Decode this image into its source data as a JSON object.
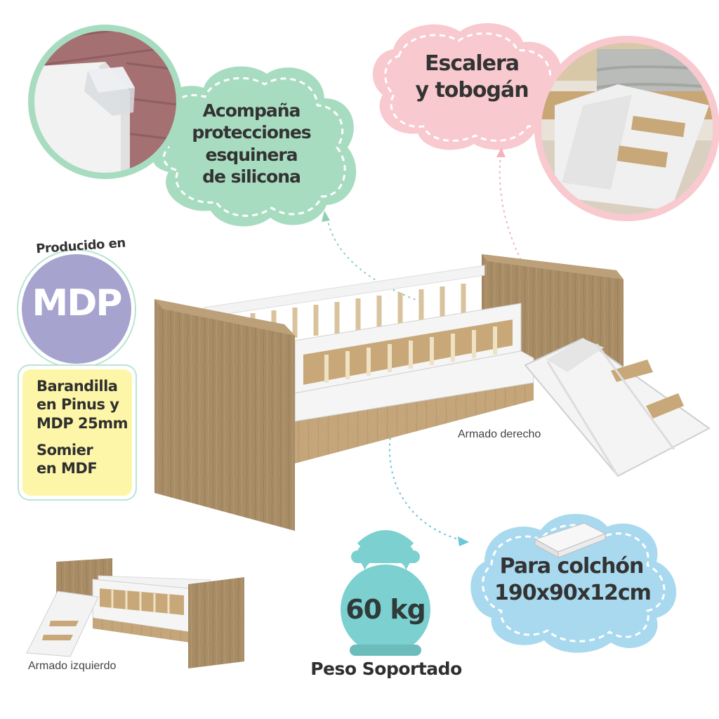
{
  "callouts": {
    "corner": {
      "lines": [
        "Acompaña",
        "protecciones",
        "esquinera",
        "de silicona"
      ],
      "color": "#a8dcc0"
    },
    "slide": {
      "lines": [
        "Escalera",
        "y tobogán"
      ],
      "color": "#f8c9ce"
    },
    "mattress": {
      "lines": [
        "Para colchón",
        "190x90x12cm"
      ],
      "color": "#a9d9ef"
    }
  },
  "material": {
    "arc_text": "Producido en",
    "badge": "MDP",
    "badge_color": "#a6a3cf",
    "specs": [
      "Barandilla",
      "en Pinus y",
      "MDP 25mm",
      "Somier",
      "en MDF"
    ],
    "specs_color": "#fdf6a8"
  },
  "weight": {
    "value": "60 kg",
    "label": "Peso Soportado",
    "color": "#7dd0d0"
  },
  "captions": {
    "right": "Armado derecho",
    "left": "Armado izquierdo"
  }
}
